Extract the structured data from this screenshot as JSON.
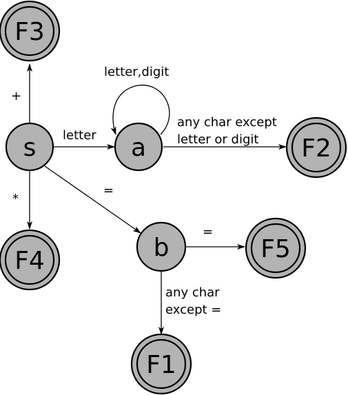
{
  "states": {
    "s": "s",
    "a": "a",
    "b": "b",
    "f1": "F1",
    "f2": "F2",
    "f3": "F3",
    "f4": "F4",
    "f5": "F5"
  },
  "edges": {
    "s_f3": "+",
    "s_f4": "*",
    "s_a": "letter",
    "s_b": "=",
    "a_loop": "letter,digit",
    "a_f2_line1": "any char except",
    "a_f2_line2": "letter or digit",
    "b_f5": "=",
    "b_f1_line1": "any char",
    "b_f1_line2": "except ="
  },
  "colors": {
    "state_fill": "#b3b3b3",
    "stroke": "#000000"
  }
}
